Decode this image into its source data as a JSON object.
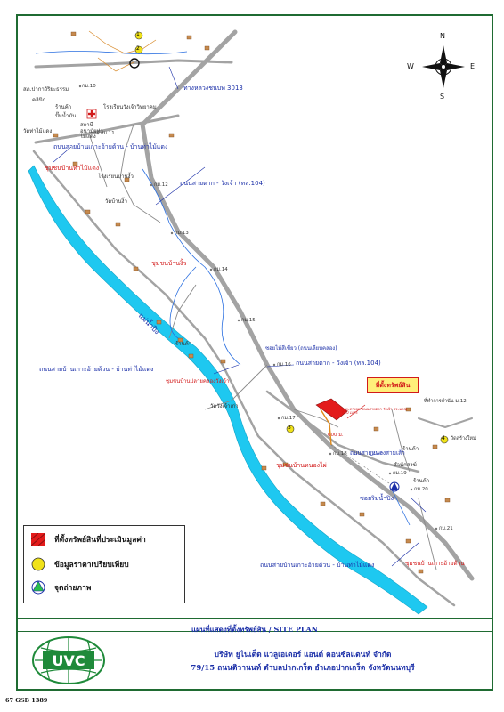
{
  "map": {
    "compass": {
      "n": "N",
      "s": "S",
      "e": "E",
      "w": "W"
    },
    "roads": {
      "highway_3013": "ทางหลวงชนบท 3013",
      "road_baan_ko_aew_top": "ถนนสายบ้านเกาะอ้ายด้วน - บ้านท่าไม้แดง",
      "road_tak_wangchao_top": "ถนนสายตาก - วังเจ้า (ทล.104)",
      "road_baan_ko_aew_mid": "ถนนสายบ้านเกาะอ้ายด้วน - บ้านท่าไม้แดง",
      "road_tak_wangchao_mid": "ถนนสายตาก - วังเจ้า (ทล.104)",
      "road_nong_sam_sao": "ถนนสายหนองสามเส้า",
      "road_baan_ko_aew_bottom": "ถนนสายบ้านเกาะอ้ายด้วน - บ้านท่าไม้แดง"
    },
    "communities": {
      "tha_mai_daeng": "ชุมชนบ้านท่าไม้แดง",
      "ban_ngio": "ชุมชนบ้านงิ้ว",
      "plakhlong_wangchao": "ชุมชนบ้านปลายคลองวังเจ้า",
      "nong_plai": "ชุมชนบ้านหนองไผ่",
      "ko_aew_duan": "ชุมชนบ้านเกาะอ้ายด้วน"
    },
    "km_markers": [
      "กม.10",
      "กม.11",
      "กม.12",
      "กม.13",
      "กม.14",
      "กม.15",
      "กม.16",
      "กม.17",
      "กม.18",
      "กม.19",
      "กม.20",
      "กม.21"
    ],
    "places": {
      "police": "สภ.ปากาวิริยะธรรม",
      "clinic": "คลินิก",
      "shop1": "ร้านค้า",
      "gas1": "ปั๊มน้ำมัน",
      "school_main": "โรงเรียนวังเจ้าวิทยาคม",
      "health_station": "สถานีอนามัยท่าไม้แดง",
      "temple_tha_mai_daeng": "วัดท่าไม้แดง",
      "school_ban_ngio": "โรงเรียนบ้านงิ้ว",
      "temple_ban_ngio": "วัดบ้านงิ้ว",
      "shop2": "ร้านค้า",
      "temple_wangchao_kao": "วัดวังเจ้าเก่า",
      "office_right": "ที่ทำการกำนัน ม.12",
      "temple_right": "วัดสร้างใหม่",
      "shop3": "ร้านค้า",
      "office_small": "สำนักสงฆ์",
      "shop4": "ร้านค้า",
      "canal_khlong": "ซอยไม้สีเขียว (ถนนเลียบคลอง)",
      "soi_ping": "ซอยริมน้ำปิง",
      "distance_note": "ระยะทางจากถนนสายตาก-วังเจ้า ประมาณ 600 เมตร",
      "distance": "600 ม."
    },
    "river_label": "แม่น้ำปิง",
    "target_label": "ที่ตั้งทรัพย์สิน",
    "comparable_numbers": [
      "1",
      "2",
      "3",
      "4"
    ],
    "legend": {
      "item1": "ที่ตั้งทรัพย์สินที่ประเมินมูลค่า",
      "item2": "ข้อมูลราคาเปรียบเทียบ",
      "item3": "จุดถ่ายภาพ"
    }
  },
  "title": "แผนที่แสดงที่ตั้งทรัพย์สิน / SITE PLAN",
  "company": {
    "logo_text": "UVC",
    "name": "บริษัท ยูไนเต็ด แวลูเอเตอร์ แอนด์ คอนซัลแตนท์ จำกัด",
    "address": "79/15 ถนนติวานนท์ ตำบลปากเกร็ด อำเภอปากเกร็ด จังหวัดนนทบุรี"
  },
  "doc_code": "67 GSB 1389",
  "colors": {
    "river": "#1ec8f0",
    "road": "#a6a6a6",
    "frame": "#1f6b32",
    "label_blue": "#1b2fa8",
    "label_red": "#d21a1a"
  }
}
